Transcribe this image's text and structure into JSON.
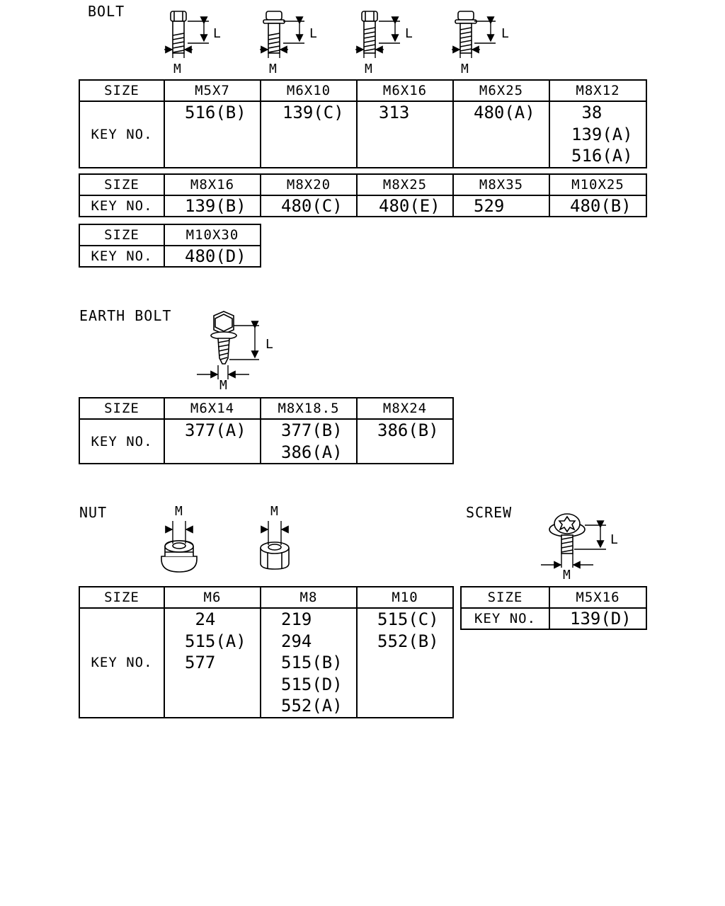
{
  "bolt": {
    "heading": "BOLT",
    "dim_l": "L",
    "dim_m": "M",
    "table1": {
      "size_label": "SIZE",
      "key_label": "KEY NO.",
      "sizes": [
        "M5X7",
        "M6X10",
        "M6X16",
        "M6X25",
        "M8X12"
      ],
      "keys": [
        [
          "516(B)"
        ],
        [
          "139(C)"
        ],
        [
          "313"
        ],
        [
          "480(A)"
        ],
        [
          " 38",
          "139(A)",
          "516(A)"
        ]
      ]
    },
    "table2": {
      "size_label": "SIZE",
      "key_label": "KEY NO.",
      "sizes": [
        "M8X16",
        "M8X20",
        "M8X25",
        "M8X35",
        "M10X25"
      ],
      "keys": [
        "139(B)",
        "480(C)",
        "480(E)",
        "529",
        "480(B)"
      ]
    },
    "table3": {
      "size_label": "SIZE",
      "key_label": "KEY NO.",
      "sizes": [
        "M10X30"
      ],
      "keys": [
        "480(D)"
      ]
    }
  },
  "earth_bolt": {
    "heading": "EARTH BOLT",
    "dim_l": "L",
    "dim_m": "M",
    "table": {
      "size_label": "SIZE",
      "key_label": "KEY NO.",
      "sizes": [
        "M6X14",
        "M8X18.5",
        "M8X24"
      ],
      "keys": [
        [
          "377(A)"
        ],
        [
          "377(B)",
          "386(A)"
        ],
        [
          "386(B)"
        ]
      ]
    }
  },
  "nut": {
    "heading": "NUT",
    "dim_m": "M",
    "table": {
      "size_label": "SIZE",
      "key_label": "KEY NO.",
      "sizes": [
        "M6",
        "M8",
        "M10"
      ],
      "keys": [
        [
          " 24",
          "515(A)",
          "577"
        ],
        [
          "219",
          "294",
          "515(B)",
          "515(D)",
          "552(A)"
        ],
        [
          "515(C)",
          "552(B)"
        ]
      ]
    }
  },
  "screw": {
    "heading": "SCREW",
    "dim_l": "L",
    "dim_m": "M",
    "table": {
      "size_label": "SIZE",
      "key_label": "KEY NO.",
      "sizes": [
        "M5X16"
      ],
      "keys": [
        "139(D)"
      ]
    }
  }
}
